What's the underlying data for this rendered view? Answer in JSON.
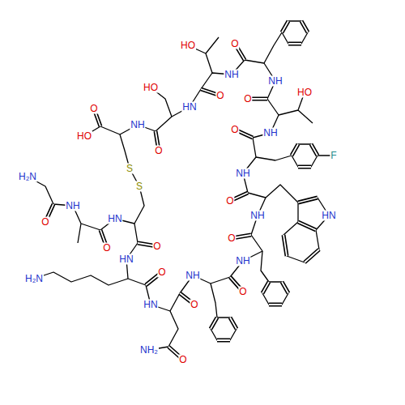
{
  "diagram": {
    "labels": [
      "H₂N",
      "O",
      "NH",
      "O",
      "HN",
      "O",
      "HO",
      "NH",
      "O",
      "HO",
      "HN",
      "O",
      "HO",
      "NH",
      "O",
      "NH",
      "O",
      "HO",
      "NH",
      "O",
      "F",
      "NH",
      "O",
      "HN",
      "NH",
      "O",
      "NH",
      "O",
      "O",
      "O",
      "NH₂",
      "HN",
      "O",
      "H₂N",
      "HN",
      "O",
      "S",
      "S",
      "NH"
    ]
  }
}
